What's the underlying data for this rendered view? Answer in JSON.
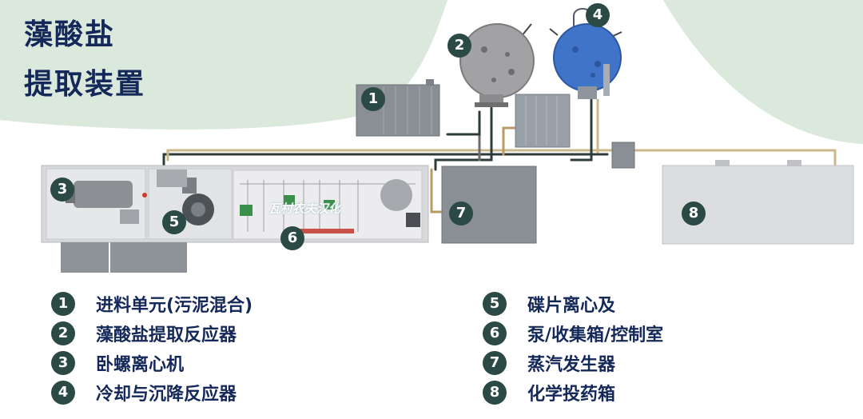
{
  "title": {
    "line1": "藻酸盐",
    "line2": "提取装置"
  },
  "watermark": "瓦村农夫汉化",
  "colors": {
    "title": "#15285a",
    "badge": "#2b4a45",
    "background_shape": "#dbe8dc",
    "equipment": "#8a8f96"
  },
  "diagram_markers": [
    "1",
    "2",
    "3",
    "4",
    "5",
    "6",
    "7",
    "8"
  ],
  "legend": [
    {
      "num": "1",
      "text": "进料单元(污泥混合)"
    },
    {
      "num": "2",
      "text": "藻酸盐提取反应器"
    },
    {
      "num": "3",
      "text": "卧螺离心机"
    },
    {
      "num": "4",
      "text": "冷却与沉降反应器"
    },
    {
      "num": "5",
      "text": "碟片离心及"
    },
    {
      "num": "6",
      "text": "泵/收集箱/控制室"
    },
    {
      "num": "7",
      "text": "蒸汽发生器"
    },
    {
      "num": "8",
      "text": "化学投药箱"
    }
  ]
}
